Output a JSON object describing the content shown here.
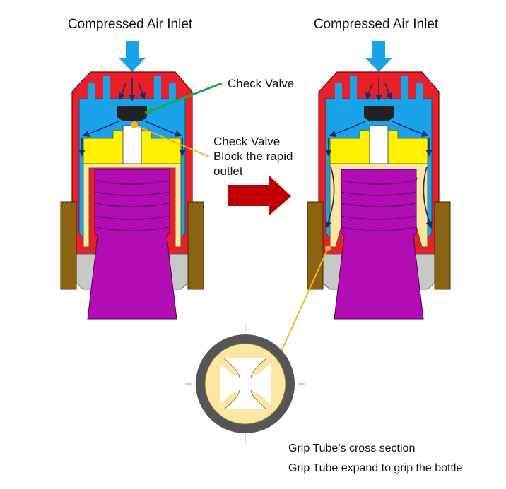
{
  "labels": {
    "inlet_left": "Compressed Air Inlet",
    "inlet_right": "Compressed Air Inlet",
    "check_valve": "Check Valve",
    "check_valve_block_line1": "Check Valve",
    "check_valve_block_line2": "Block the rapid",
    "check_valve_block_line3": "outlet",
    "cross_section": "Grip Tube’s cross section",
    "expand": "Grip Tube expand to grip the bottle"
  },
  "colors": {
    "housing": "#e8202a",
    "air_channel": "#1aa3e8",
    "valve_body": "#fff200",
    "grip_tube": "#fbe6a2",
    "bottle": "#b40cb4",
    "nut": "#8b6412",
    "base": "#c8c8c8",
    "pointer_green": "#1fa84a",
    "pointer_orange": "#f5b81a",
    "transition_arrow": "#c00000",
    "ring": "#555555"
  }
}
